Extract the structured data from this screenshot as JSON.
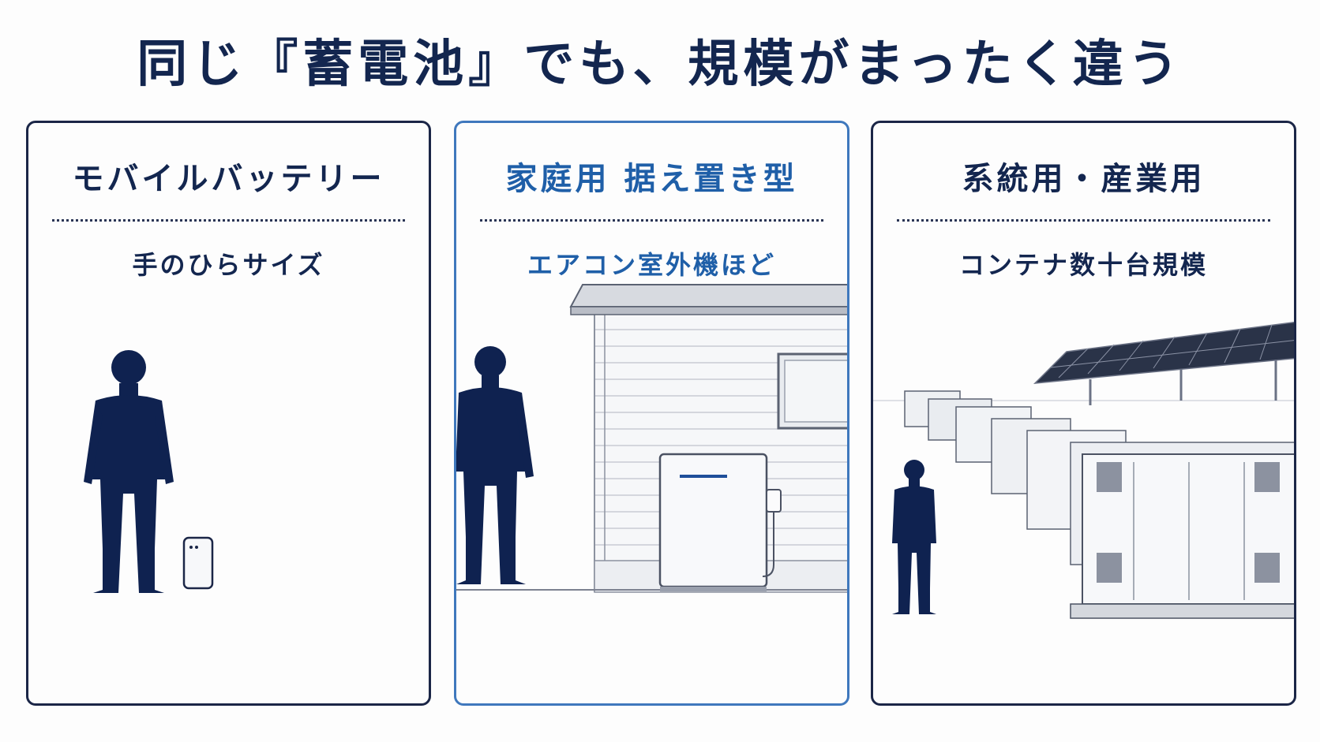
{
  "title": "同じ『蓄電池』でも、規模がまったく違う",
  "colors": {
    "navy": "#13264f",
    "accent_blue": "#1f5fa8",
    "highlight_border": "#3f78bd"
  },
  "panels": [
    {
      "heading": "モバイルバッテリー",
      "subtitle": "手のひらサイズ",
      "illustration": "person-with-power-bank"
    },
    {
      "heading": "家庭用 据え置き型",
      "subtitle": "エアコン室外機ほど",
      "illustration": "person-beside-house-battery",
      "highlighted": true
    },
    {
      "heading": "系統用・産業用",
      "subtitle": "コンテナ数十台規模",
      "illustration": "person-beside-container-battery-farm-with-solar-panels"
    }
  ]
}
